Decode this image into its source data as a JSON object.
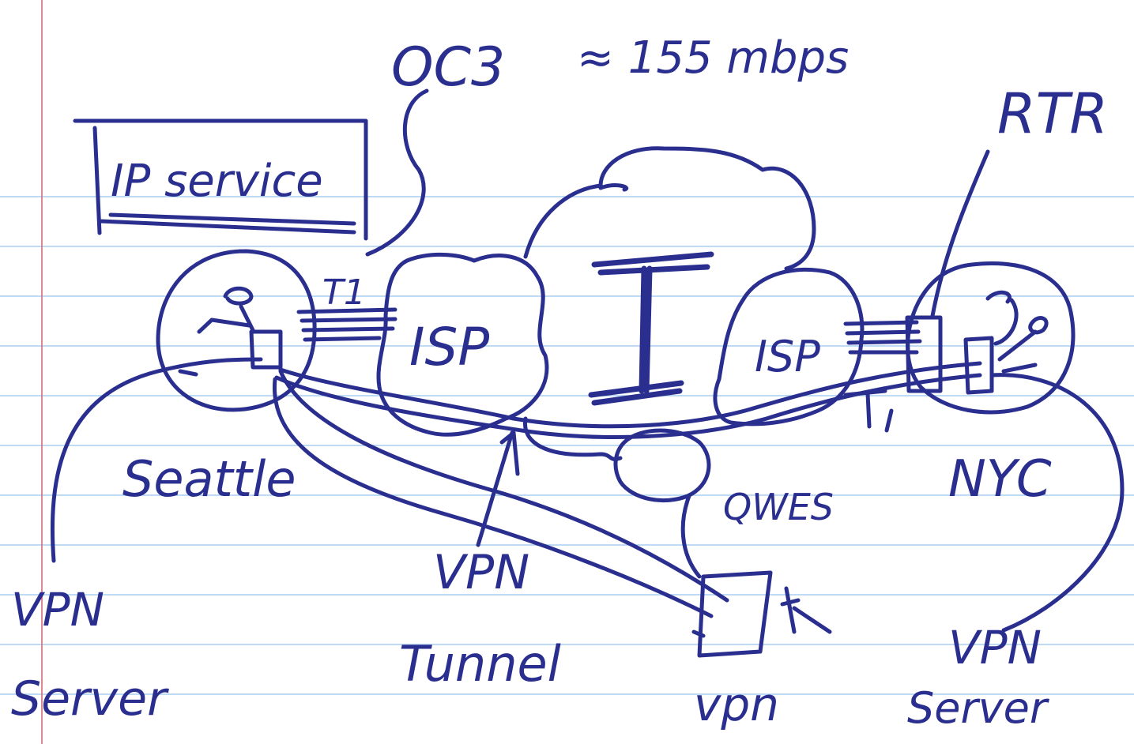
{
  "colors": {
    "ink": "#2a2f8f",
    "rule_line": "#a9cdf0",
    "margin_line": "#d9687a",
    "paper": "#ffffff"
  },
  "labels": {
    "oc3": "OC3",
    "speed": "≈ 155 mbps",
    "rtr": "RTR",
    "ip_service": "IP service",
    "t1_left": "T1",
    "isp_left": "ISP",
    "internet": "I",
    "isp_right": "ISP",
    "t1_right": "T1",
    "seattle": "Seattle",
    "nyc": "NYC",
    "qwes": "QWES",
    "vpn_arrow": "VPN",
    "vpn_server_left_1": "VPN",
    "vpn_server_left_2": "Server",
    "tunnel": "Tunnel",
    "vpn_client": "vpn",
    "vpn_server_right_1": "VPN",
    "vpn_server_right_2": "Server"
  }
}
